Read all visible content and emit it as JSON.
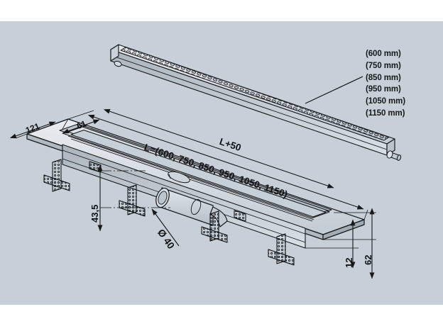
{
  "drawing": {
    "title": "Linear shower drain channel technical drawing",
    "background_color": "#c7d0d8",
    "line_color": "#16181a",
    "paper_color": "#ffffff",
    "callout": {
      "name": "grate-length-options",
      "options": [
        "(600 mm)",
        "(750 mm)",
        "(850 mm)",
        "(950 mm)",
        "(1050 mm)",
        "(1150 mm)"
      ]
    },
    "dimensions": {
      "height_total": "121",
      "height_upper": "61",
      "length_body": "L=(600, 750, 850, 950, 1050, 1150)",
      "length_flange": "L+50",
      "outlet_height": "43,5",
      "outlet_diameter": "Ø 40",
      "lip_height": "12",
      "body_height": "62"
    },
    "components": {
      "grate": "perforated-grate",
      "channel_body": "channel-body",
      "outlet": "outlet-pipe",
      "legs": "adjustable-support-legs"
    }
  }
}
